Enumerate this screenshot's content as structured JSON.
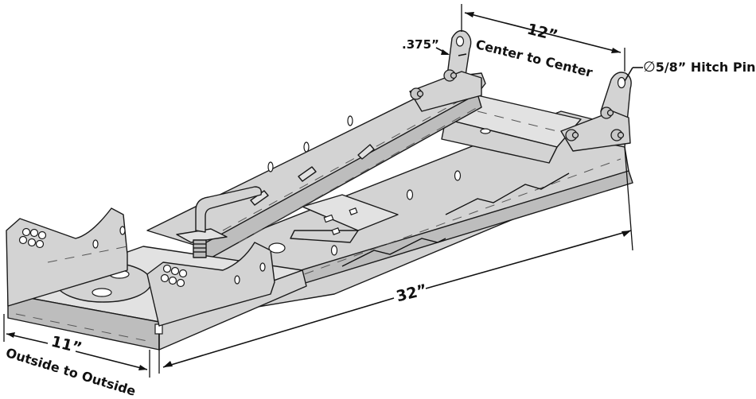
{
  "diagram": {
    "subject": "Snowplow mount push frame with dimensions",
    "colors": {
      "metal_fill": "#d3d3d3",
      "outline": "#1a1a1a",
      "background": "#ffffff",
      "text": "#111111"
    },
    "dimensions": {
      "width_front": {
        "value": "11”",
        "caption": "Outside to Outside"
      },
      "length": {
        "value": "32”"
      },
      "ear_spacing": {
        "value": "12”",
        "caption": "Center to Center"
      },
      "plate_thickness": {
        "value": ".375”"
      },
      "hitch_pin": {
        "symbol": "∅",
        "value": "5/8” Hitch Pin"
      }
    }
  }
}
